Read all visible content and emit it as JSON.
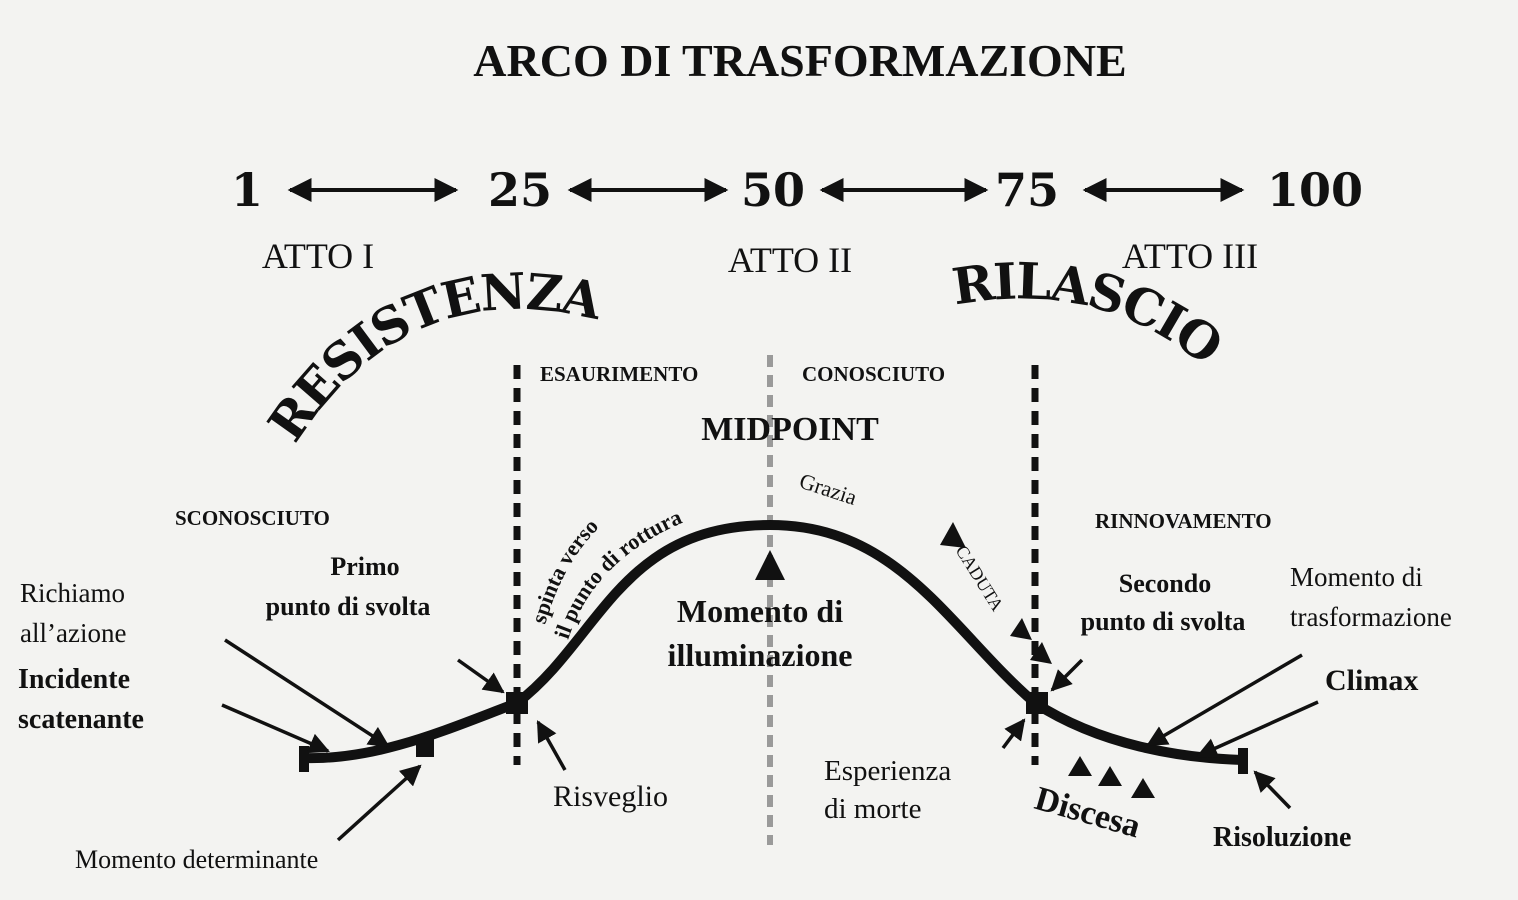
{
  "title": "ARCO DI TRASFORMAZIONE",
  "scale": [
    "1",
    "25",
    "50",
    "75",
    "100"
  ],
  "acts": [
    "ATTO I",
    "ATTO II",
    "ATTO III"
  ],
  "arcs": {
    "left": "RESISTENZA",
    "right": "RILASCIO"
  },
  "zones": {
    "left": "ESAURIMENTO",
    "right": "CONOSCIUTO",
    "center": "MIDPOINT"
  },
  "labels": {
    "sconosciuto": "SCONOSCIUTO",
    "primo_1": "Primo",
    "primo_2": "punto di svolta",
    "richiamo_1": "Richiamo",
    "richiamo_2": "all’azione",
    "incidente_1": "Incidente",
    "incidente_2": "scatenante",
    "momento_determinante": "Momento determinante",
    "risveglio": "Risveglio",
    "spinta_1": "spinta verso",
    "spinta_2": "il punto di rottura",
    "grazia": "Grazia",
    "caduta": "CADUTA",
    "illuminazione_1": "Momento di",
    "illuminazione_2": "illuminazione",
    "rinnovamento": "RINNOVAMENTO",
    "secondo_1": "Secondo",
    "secondo_2": "punto di svolta",
    "trasformazione_1": "Momento di",
    "trasformazione_2": "trasformazione",
    "climax": "Climax",
    "esperienza_1": "Esperienza",
    "esperienza_2": "di morte",
    "discesa": "Discesa",
    "risoluzione": "Risoluzione"
  }
}
